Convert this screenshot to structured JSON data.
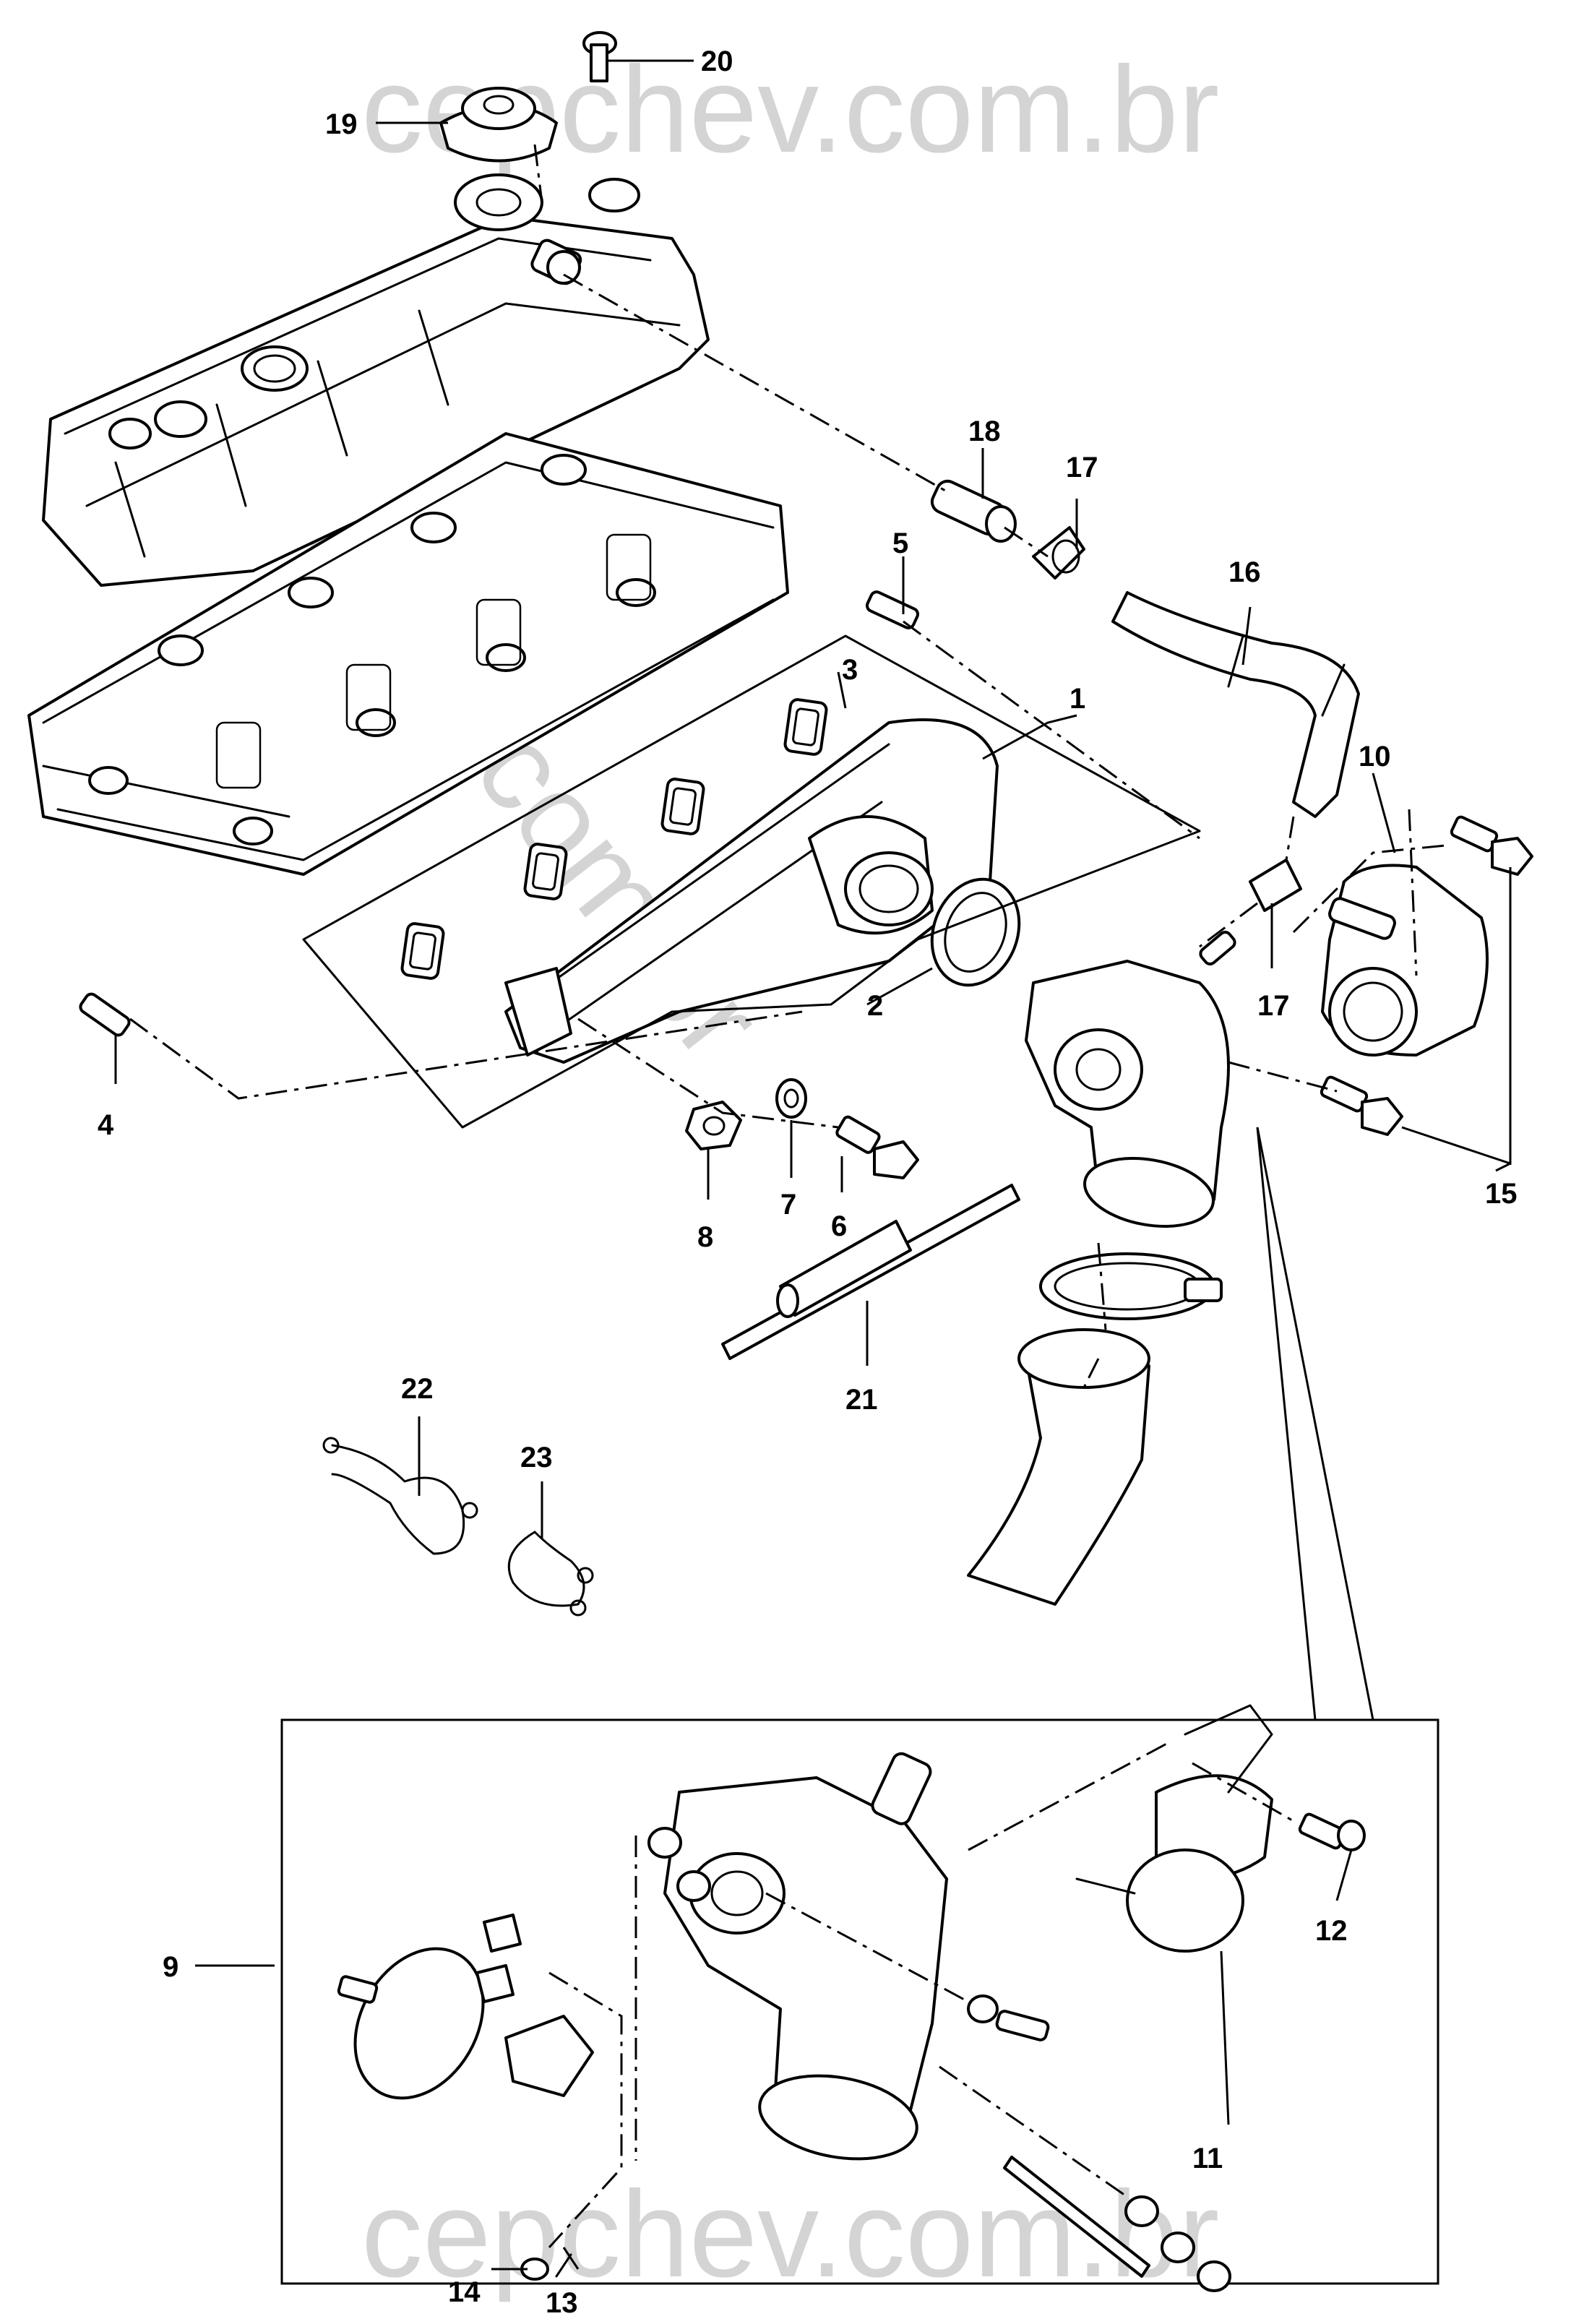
{
  "watermark": {
    "text_top": "cepchev.com.br",
    "text_diagonal": "cepchev.com.br",
    "text_bottom": "cepchev.com.br",
    "color": "#d4d4d4"
  },
  "callouts": {
    "c1": "1",
    "c2": "2",
    "c3": "3",
    "c4": "4",
    "c5": "5",
    "c6": "6",
    "c7": "7",
    "c8": "8",
    "c9": "9",
    "c10": "10",
    "c11": "11",
    "c12": "12",
    "c13": "13",
    "c14": "14",
    "c15": "15",
    "c16": "16",
    "c17a": "17",
    "c17b": "17",
    "c18": "18",
    "c19": "19",
    "c20": "20",
    "c21": "21",
    "c22": "22",
    "c23": "23"
  }
}
